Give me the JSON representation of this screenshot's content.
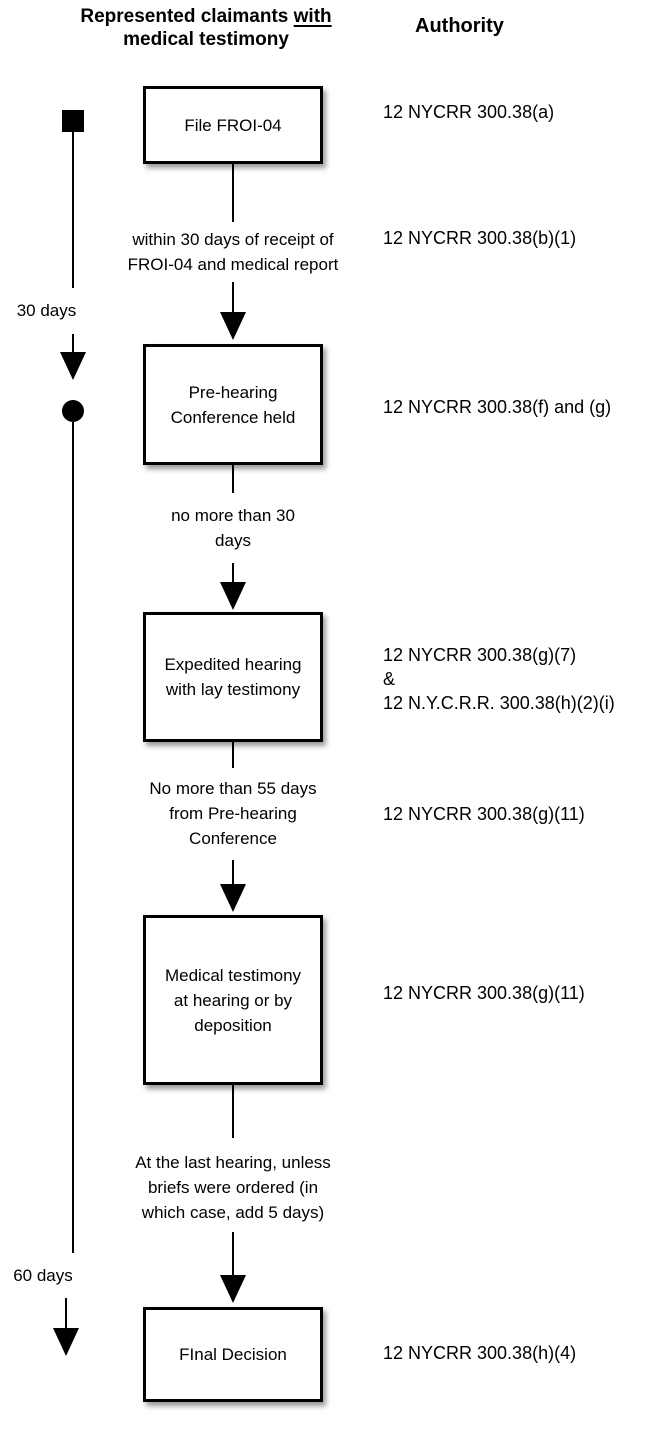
{
  "header": {
    "left_title_line1_prefix": "Represented claimants ",
    "left_title_line1_underlined": "with",
    "left_title_line2": "medical testimony",
    "right_title": "Authority"
  },
  "timeline": {
    "interval1_label": "30 days",
    "interval2_label": "60 days"
  },
  "flow": {
    "boxes": [
      {
        "label": "File FROI-04"
      },
      {
        "label": "Pre-hearing\nConference held"
      },
      {
        "label": "Expedited hearing\nwith lay testimony"
      },
      {
        "label": "Medical testimony\nat hearing or by\ndeposition"
      },
      {
        "label": "FInal Decision"
      }
    ],
    "connectors": [
      {
        "label": "within 30 days of receipt of\nFROI-04 and medical report"
      },
      {
        "label": "no more than 30\ndays"
      },
      {
        "label": "No more than 55 days\nfrom Pre-hearing\nConference"
      },
      {
        "label": "At the last hearing, unless\nbriefs were ordered (in\nwhich case, add 5 days)"
      }
    ]
  },
  "authority": {
    "items": [
      "12 NYCRR 300.38(a)",
      "12 NYCRR 300.38(b)(1)",
      "12 NYCRR 300.38(f) and (g)",
      "12 NYCRR 300.38(g)(7)\n&\n12 N.Y.C.R.R. 300.38(h)(2)(i)",
      "12 NYCRR 300.38(g)(11)",
      "12 NYCRR 300.38(g)(11)",
      "12 NYCRR 300.38(h)(4)"
    ]
  },
  "colors": {
    "ink": "#000000",
    "background": "#ffffff"
  }
}
